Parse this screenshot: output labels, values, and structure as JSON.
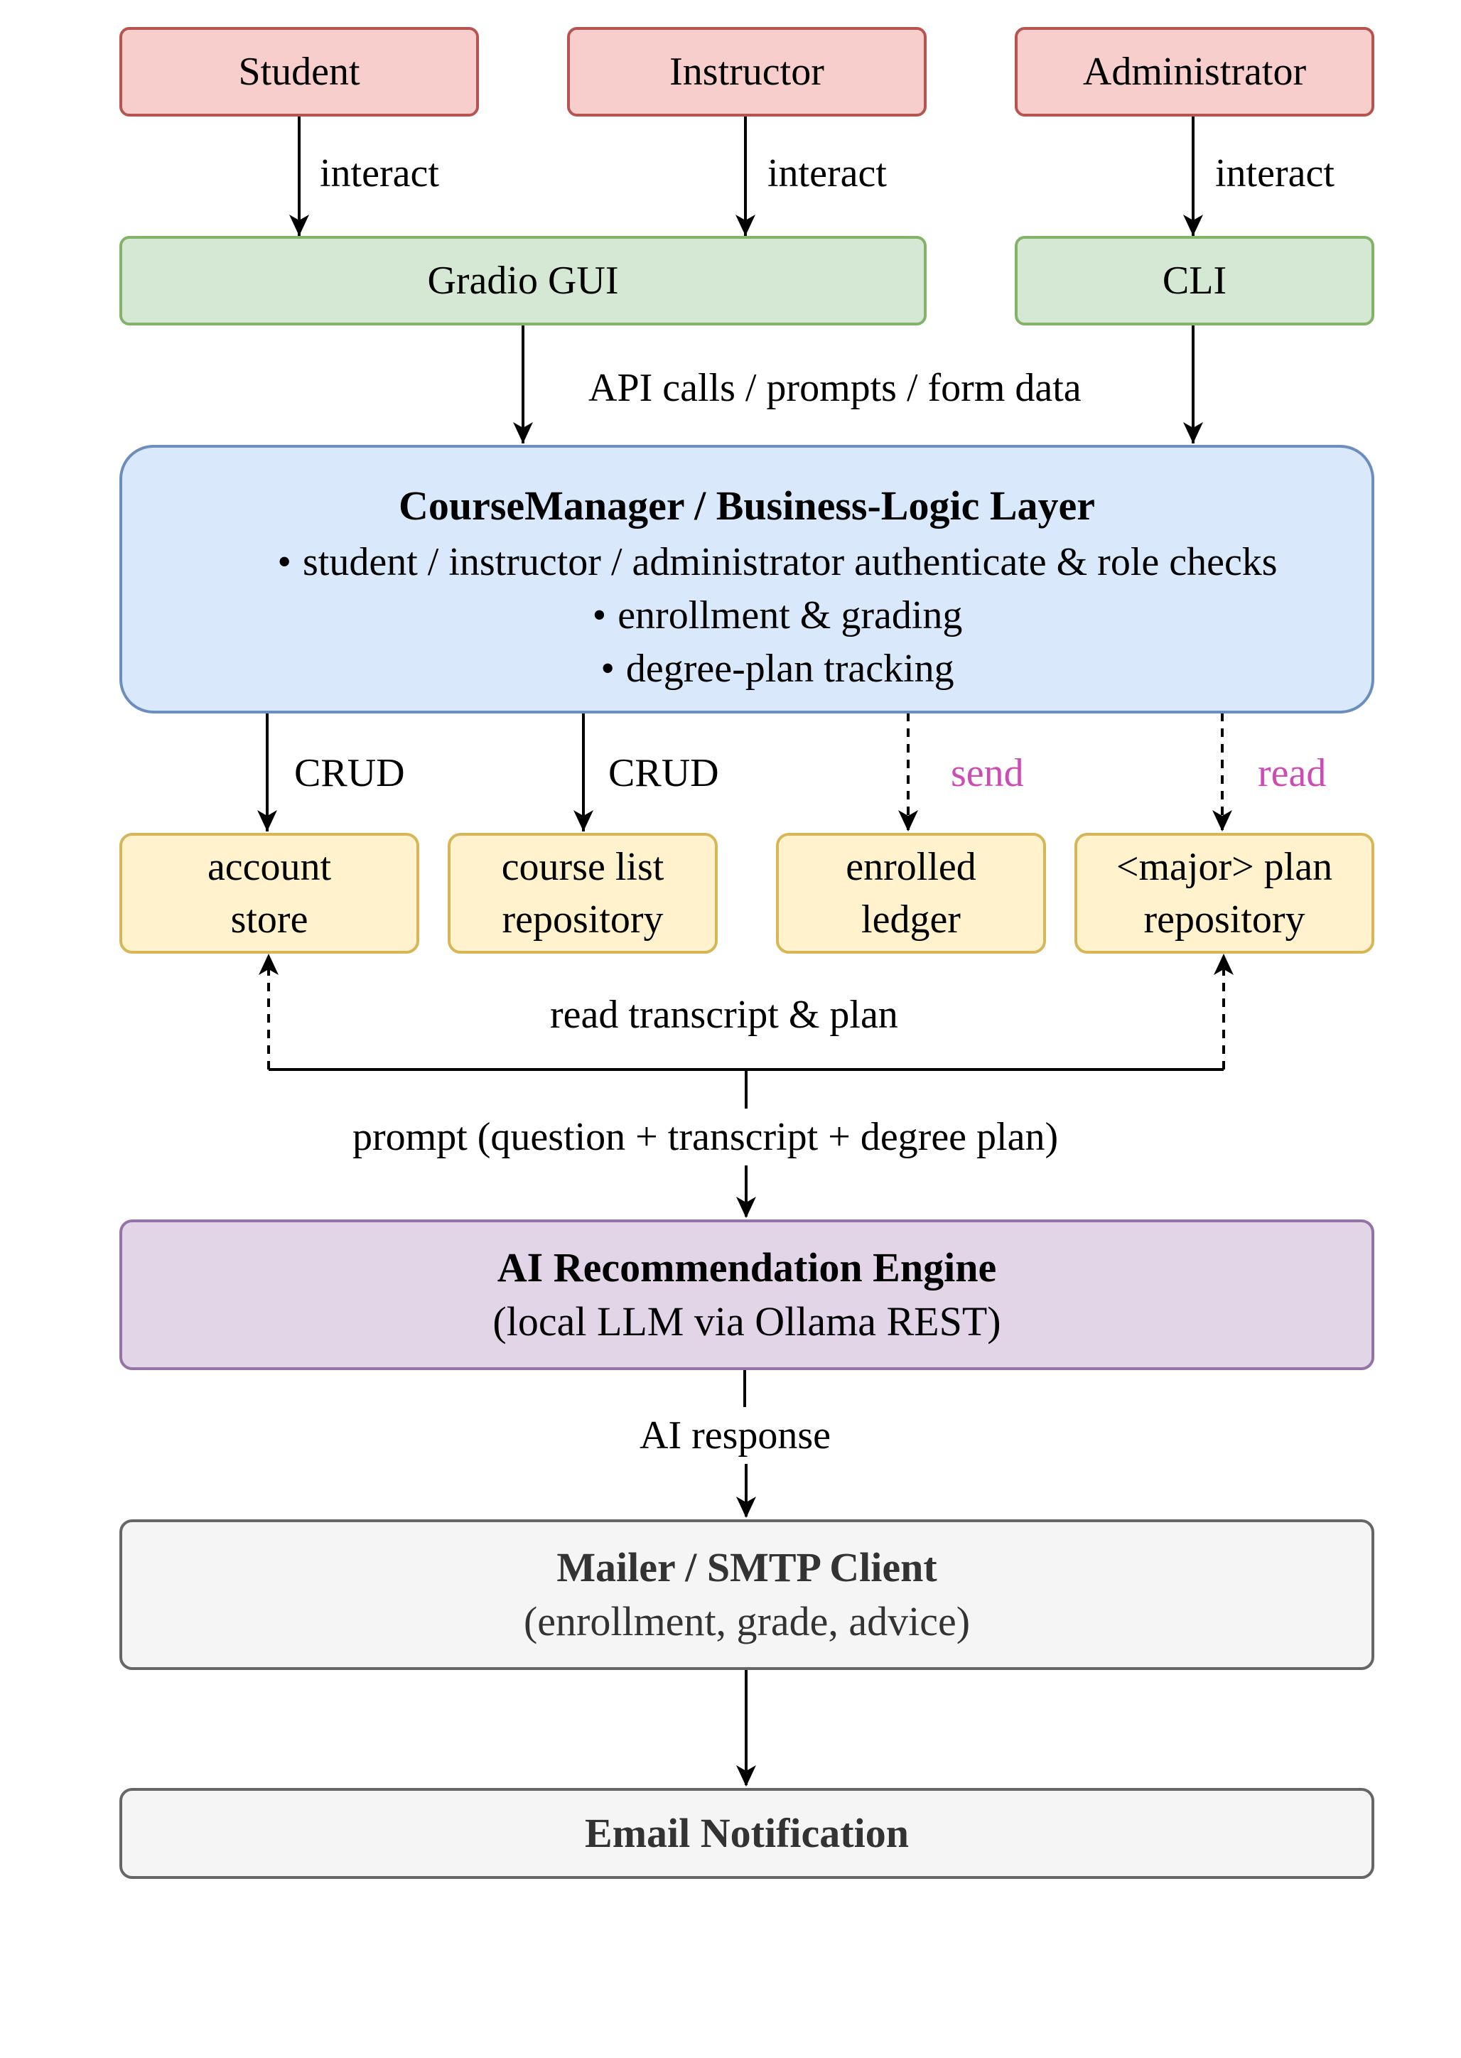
{
  "actors": {
    "student": "Student",
    "instructor": "Instructor",
    "administrator": "Administrator"
  },
  "interfaces": {
    "gradio": "Gradio GUI",
    "cli": "CLI"
  },
  "core": {
    "title": "CourseManager / Business-Logic Layer",
    "items": [
      "student / instructor / administrator authenticate & role checks",
      "enrollment & grading",
      "degree-plan tracking"
    ]
  },
  "stores": {
    "account": [
      "account",
      "store"
    ],
    "course_list": [
      "course list",
      "repository"
    ],
    "enrolled": [
      "enrolled",
      "ledger"
    ],
    "major_plan": [
      "<major> plan",
      "repository"
    ]
  },
  "engine": {
    "title": "AI Recommendation Engine",
    "subtitle": "(local LLM via Ollama REST)"
  },
  "mailer": {
    "title": "Mailer / SMTP Client",
    "subtitle": "(enrollment, grade, advice)"
  },
  "email": {
    "title": "Email Notification"
  },
  "edge_labels": {
    "interact_student": "interact",
    "interact_instructor": "interact",
    "interact_admin": "interact",
    "api_calls": "API calls / prompts / form data",
    "crud_account": "CRUD",
    "crud_course": "CRUD",
    "send": "send",
    "read": "read",
    "read_transcript": "read transcript & plan",
    "prompt": "prompt (question + transcript + degree plan)",
    "ai_response": "AI response"
  },
  "colors": {
    "actor_fill": "#f8cecc",
    "actor_stroke": "#b85450",
    "ui_fill": "#d5e8d4",
    "ui_stroke": "#82b366",
    "core_fill": "#dae8fc",
    "core_stroke": "#6c8ebf",
    "store_fill": "#fff2cc",
    "store_stroke": "#d6b656",
    "engine_fill": "#e1d5e7",
    "engine_stroke": "#9673a6",
    "mail_fill": "#f5f5f5",
    "mail_stroke": "#666666",
    "accent_label": "#cc4cb4"
  }
}
